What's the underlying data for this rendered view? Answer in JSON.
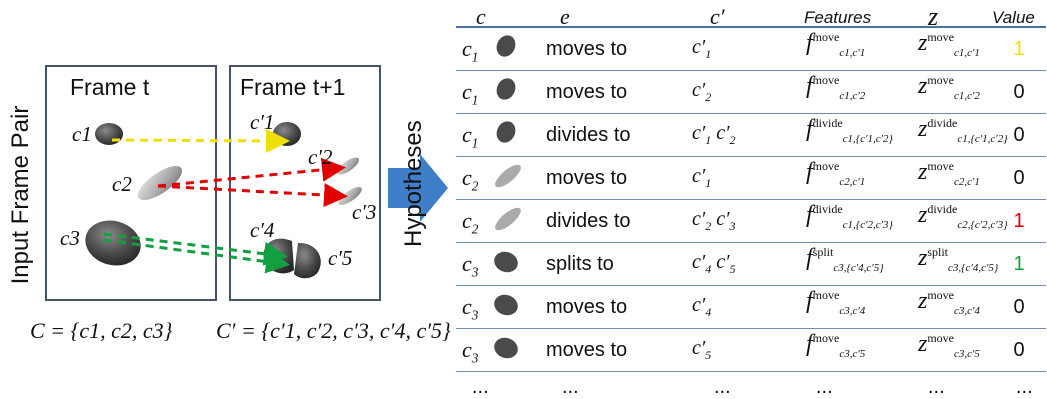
{
  "left": {
    "side_label": "Input Frame Pair",
    "frame_t": "Frame t",
    "frame_t1": "Frame t+1",
    "cells_t": [
      "c1",
      "c2",
      "c3"
    ],
    "cells_t1": [
      "c′1",
      "c′2",
      "c′3",
      "c′4",
      "c′5"
    ],
    "set_C": "C = {c1, c2, c3}",
    "set_Cp": "C′ = {c′1, c′2, c′3, c′4, c′5}"
  },
  "arrow_label": "Hypotheses",
  "table": {
    "headers": [
      "c",
      "e",
      "c′",
      "Features",
      "z",
      "Value"
    ],
    "rows": [
      {
        "c": "c1",
        "e": "moves to",
        "cp": "c′1",
        "f_sup": "move",
        "f_sub": "c1,c′1",
        "z_sup": "move",
        "z_sub": "c1,c′1",
        "value": "1",
        "value_color": "#f0e000"
      },
      {
        "c": "c1",
        "e": "moves to",
        "cp": "c′2",
        "f_sup": "move",
        "f_sub": "c1,c′2",
        "z_sup": "move",
        "z_sub": "c1,c′2",
        "value": "0",
        "value_color": "#111111"
      },
      {
        "c": "c1",
        "e": "divides to",
        "cp": "c′1 c′2",
        "f_sup": "divide",
        "f_sub": "c1,{c′1,c′2}",
        "z_sup": "divide",
        "z_sub": "c1,{c′1,c′2}",
        "value": "0",
        "value_color": "#111111"
      },
      {
        "c": "c2",
        "e": "moves to",
        "cp": "c′1",
        "f_sup": "move",
        "f_sub": "c2,c′1",
        "z_sup": "move",
        "z_sub": "c2,c′1",
        "value": "0",
        "value_color": "#111111"
      },
      {
        "c": "c2",
        "e": "divides to",
        "cp": "c′2 c′3",
        "f_sup": "divide",
        "f_sub": "c1,{c′2,c′3}",
        "z_sup": "divide",
        "z_sub": "c2,{c′2,c′3}",
        "value": "1",
        "value_color": "#e00000"
      },
      {
        "c": "c3",
        "e": "splits to",
        "cp": "c′4 c′5",
        "f_sup": "split",
        "f_sub": "c3,{c′4,c′5}",
        "z_sup": "split",
        "z_sub": "c3,{c′4,c′5}",
        "value": "1",
        "value_color": "#10a040"
      },
      {
        "c": "c3",
        "e": "moves to",
        "cp": "c′4",
        "f_sup": "move",
        "f_sub": "c3,c′4",
        "z_sup": "move",
        "z_sub": "c3,c′4",
        "value": "0",
        "value_color": "#111111"
      },
      {
        "c": "c3",
        "e": "moves to",
        "cp": "c′5",
        "f_sup": "move",
        "f_sub": "c3,c′5",
        "z_sup": "move",
        "z_sub": "c3,c′5",
        "value": "0",
        "value_color": "#111111"
      }
    ],
    "ellipsis": "..."
  },
  "colors": {
    "frame_border": "#44546a",
    "rule": "#4a6fa5",
    "arrow_fill": "#3f7ec8",
    "yellow": "#f0e000",
    "red": "#e00000",
    "green": "#10a040"
  }
}
